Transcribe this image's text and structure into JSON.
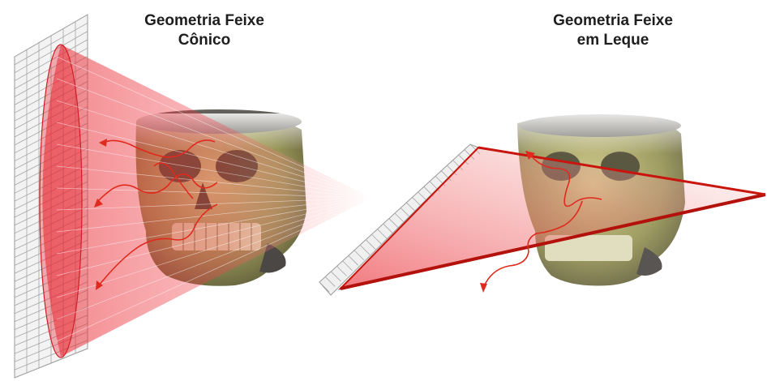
{
  "panels": [
    {
      "id": "cone",
      "title_line1": "Geometria Feixe",
      "title_line2": "Cônico",
      "beam_color": "#e8202a",
      "detector_color": "#e6e6e6"
    },
    {
      "id": "fan",
      "title_line1": "Geometria Feixe",
      "title_line2": "em Leque",
      "beam_color": "#c8150e",
      "detector_color": "#e6e6e6"
    }
  ],
  "skull_color": "#9c9a55",
  "scatter_color": "#e02a1e"
}
